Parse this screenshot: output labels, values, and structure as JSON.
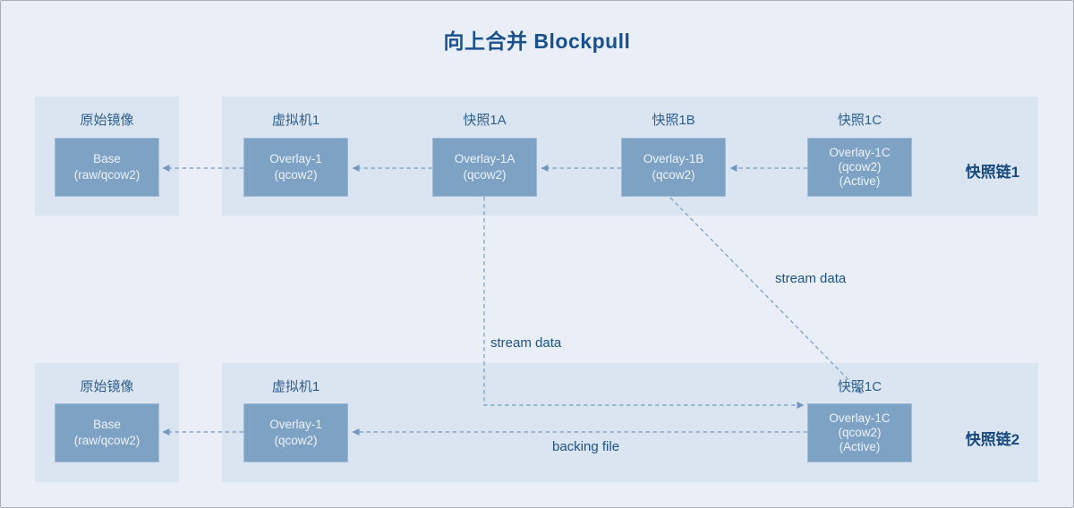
{
  "title": "向上合并 Blockpull",
  "chain1": {
    "label": "快照链1",
    "base": {
      "title": "原始镜像",
      "line1": "Base",
      "line2": "(raw/qcow2)"
    },
    "nodes": [
      {
        "title": "虚拟机1",
        "line1": "Overlay-1",
        "line2": "(qcow2)"
      },
      {
        "title": "快照1A",
        "line1": "Overlay-1A",
        "line2": "(qcow2)"
      },
      {
        "title": "快照1B",
        "line1": "Overlay-1B",
        "line2": "(qcow2)"
      },
      {
        "title": "快照1C",
        "line1": "Overlay-1C",
        "line2": "(qcow2)",
        "line3": "(Active)"
      }
    ]
  },
  "chain2": {
    "label": "快照链2",
    "base": {
      "title": "原始镜像",
      "line1": "Base",
      "line2": "(raw/qcow2)"
    },
    "nodes": [
      {
        "title": "虚拟机1",
        "line1": "Overlay-1",
        "line2": "(qcow2)"
      },
      {
        "title": "快照1C",
        "line1": "Overlay-1C",
        "line2": "(qcow2)",
        "line3": "(Active)"
      }
    ]
  },
  "annotations": {
    "stream_data_1": "stream data",
    "stream_data_2": "stream data",
    "backing_file": "backing file"
  },
  "colors": {
    "background": "#e9eef7",
    "panel": "#dbe5f1",
    "box": "#7da2c4",
    "accent_text": "#1a518c",
    "connector": "#84a7cb"
  }
}
